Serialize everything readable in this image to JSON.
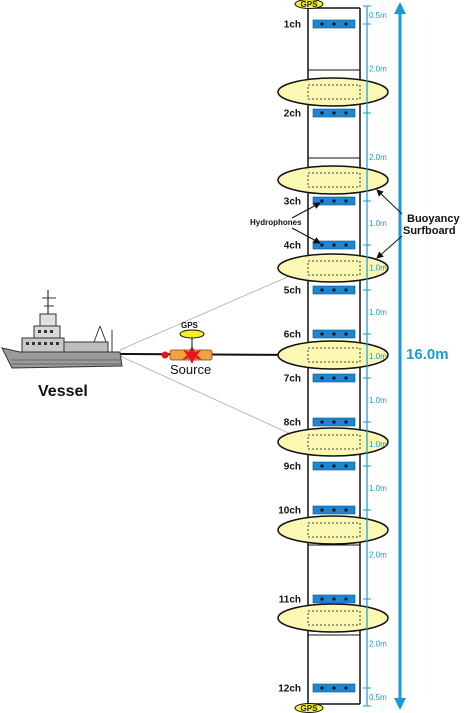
{
  "vessel": {
    "label": "Vessel"
  },
  "source": {
    "label": "Source",
    "gps_label": "GPS"
  },
  "top_gps": {
    "label": "GPS"
  },
  "bottom_gps": {
    "label": "GPS"
  },
  "hydrophones": {
    "label": "Hydrophones"
  },
  "surfboard": {
    "line1": "Buoyancy",
    "line2": "Surfboard"
  },
  "total_length": {
    "label": "16.0m"
  },
  "channels": [
    "1ch",
    "2ch",
    "3ch",
    "4ch",
    "5ch",
    "6ch",
    "7ch",
    "8ch",
    "9ch",
    "10ch",
    "11ch",
    "12ch"
  ],
  "spacings": [
    "0.5m",
    "2.0m",
    "2.0m",
    "1.0m",
    "1.0m",
    "1.0m",
    "1.0m",
    "1.0m",
    "1.0m",
    "1.0m",
    "2.0m",
    "2.0m",
    "0.5m"
  ],
  "colors": {
    "accent": "#1a9bd7",
    "hydrophone": "#1e87d4",
    "float": "#fbf8b4",
    "gps": "#f5ee2a",
    "source_body": "#f0a040",
    "source_flash": "#e8141e"
  }
}
